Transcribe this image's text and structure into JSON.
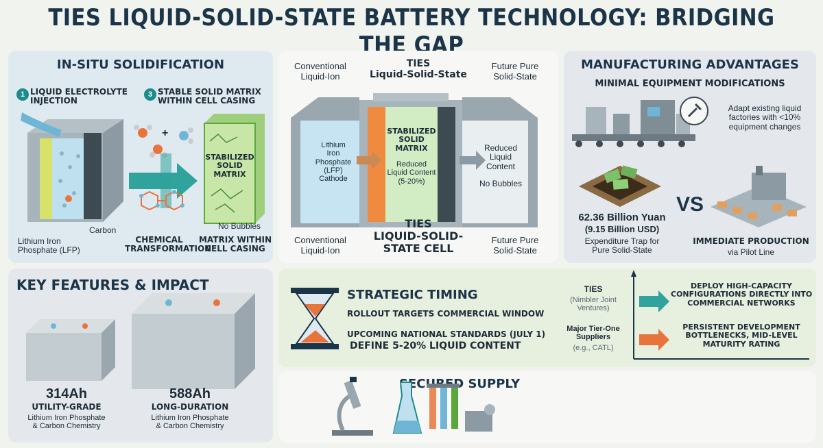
{
  "title": "TIES LIQUID-SOLID-STATE BATTERY TECHNOLOGY: BRIDGING THE GAP",
  "in_situ": {
    "title": "IN-SITU SOLIDIFICATION",
    "step1_num": "1",
    "step1_label": "LIQUID ELECTROLYTE\nINJECTION",
    "step3_num": "3",
    "step3_label": "STABLE SOLID MATRIX\nWITHIN CELL CASING",
    "carbon": "Carbon",
    "lfp": "Lithium Iron\nPhosphate (LFP)",
    "chemical": "CHEMICAL\nTRANSFORMATION",
    "matrix_label": "STABILIZED\nSOLID\nMATRIX",
    "no_bubbles": "No Bubbles",
    "matrix_casing": "MATRIX WITHIN\nCELL CASING",
    "plus": "+"
  },
  "cell": {
    "top_left": "Conventional\nLiquid-Ion",
    "top_center": "TIES\nLiquid-Solid-State",
    "top_right": "Future Pure\nSolid-State",
    "cathode": "Lithium\nIron\nPhosphate\n(LFP)\nCathode",
    "matrix": "STABILIZED\nSOLID\nMATRIX",
    "reduced": "Reduced\nLiquid Content\n(5-20%)",
    "right_reduced": "Reduced\nLiquid\nContent",
    "right_bubbles": "No Bubbles",
    "bottom_left": "Conventional\nLiquid-Ion",
    "bottom_center": "TIES\nLIQUID-SOLID-\nSTATE CELL",
    "bottom_right": "Future Pure\nSolid-State"
  },
  "manufacturing": {
    "title": "MANUFACTURING ADVANTAGES",
    "subtitle": "MINIMAL EQUIPMENT MODIFICATIONS",
    "adapt": "Adapt existing liquid\nfactories with <10%\nequipment changes",
    "cost": "62.36 Billion Yuan",
    "cost_usd": "(9.15 Billion USD)",
    "trap": "Expenditure Trap for\nPure Solid-State",
    "vs": "VS",
    "immediate": "IMMEDIATE PRODUCTION",
    "pilot": "via Pilot Line"
  },
  "features": {
    "title": "KEY FEATURES & IMPACT",
    "b1_cap": "314Ah",
    "b1_grade": "UTILITY-GRADE",
    "b1_chem": "Lithium Iron Phosphate\n& Carbon Chemistry",
    "b2_cap": "588Ah",
    "b2_grade": "LONG-DURATION",
    "b2_chem": "Lithium Iron Phosphate\n& Carbon Chemistry"
  },
  "timing": {
    "title": "STRATEGIC TIMING",
    "rollout": "ROLLOUT TARGETS COMMERCIAL WINDOW",
    "standards": "UPCOMING NATIONAL STANDARDS (JULY 1)",
    "define": "DEFINE 5-20% LIQUID CONTENT",
    "ties": "TIES",
    "ties_sub": "(Nimbler Joint\nVentures)",
    "ties_out": "DEPLOY HIGH-CAPACITY\nCONFIGURATIONS DIRECTLY INTO\nCOMMERCIAL NETWORKS",
    "major": "Major Tier-One\nSuppliers",
    "major_sub": "(e.g., CATL)",
    "major_out": "PERSISTENT DEVELOPMENT\nBOTTLENECKS, MID-LEVEL\nMATURITY RATING"
  },
  "supply": {
    "title": "SECURED SUPPLY"
  },
  "colors": {
    "navy": "#1b3448",
    "teal": "#1d8a8c",
    "orange": "#e8743b",
    "green": "#5aa83c"
  }
}
